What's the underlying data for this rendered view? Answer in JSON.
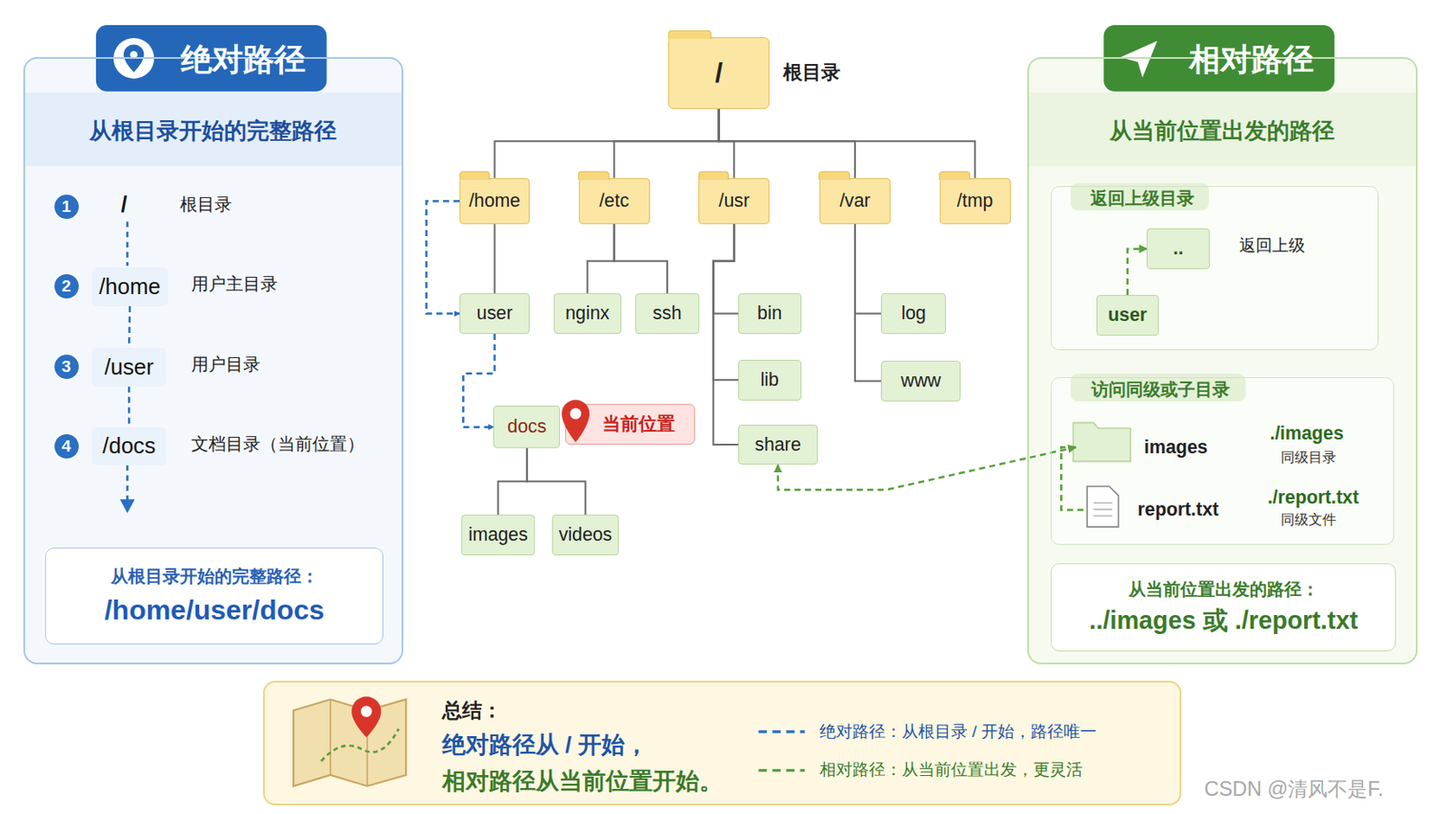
{
  "diagram": {
    "nodes": [
      {
        "text": [
          "绝对路径",
          "从根目录开始的完整路径"
        ]
      },
      {
        "text": [
          "1"
        ],
        "in": 0
      },
      {
        "text": [
          "2"
        ],
        "in": 0
      },
      {
        "text": [
          "/home"
        ],
        "in": 0
      },
      {
        "text": [
          "3"
        ],
        "in": 0
      },
      {
        "text": [
          "/user"
        ],
        "in": 0
      },
      {
        "text": [
          "4"
        ],
        "in": 0
      },
      {
        "text": [
          "/docs"
        ],
        "in": 0
      },
      {
        "text": [
          "从根目录开始的完整路径：",
          "/home/user/docs"
        ],
        "in": 0
      },
      {
        "text": [
          "/",
          "根目录"
        ]
      },
      {
        "text": [
          "/home"
        ]
      },
      {
        "text": [
          "/etc"
        ]
      },
      {
        "text": [
          "/usr"
        ]
      },
      {
        "text": [
          "/var"
        ]
      },
      {
        "text": [
          "/tmp"
        ]
      },
      {
        "text": [
          "user"
        ]
      },
      {
        "text": [
          "nginx"
        ]
      },
      {
        "text": [
          "ssh"
        ]
      },
      {
        "text": [
          "bin"
        ]
      },
      {
        "text": [
          "log"
        ]
      },
      {
        "text": [
          "lib"
        ]
      },
      {
        "text": [
          "www"
        ]
      },
      {
        "text": [
          "docs"
        ]
      },
      {
        "text": [
          "当前位置"
        ]
      },
      {
        "text": [
          "share"
        ]
      },
      {
        "text": [
          "images"
        ]
      },
      {
        "text": [
          "videos"
        ]
      },
      {
        "text": [
          "相对路径",
          "从当前位置出发的路径"
        ]
      },
      {
        "text": [
          "返回上级目录"
        ],
        "in": 27
      },
      {
        "text": [
          ".."
        ],
        "in": 28
      },
      {
        "text": [
          "user"
        ],
        "in": 28
      },
      {
        "text": [
          "访问同级或子目录"
        ],
        "in": 27
      },
      {
        "text": [
          "images"
        ],
        "in": 31
      },
      {
        "text": [
          "report.txt"
        ],
        "in": 31
      },
      {
        "text": [
          "从当前位置出发的路径：",
          "../images 或 ./report.txt"
        ],
        "in": 27
      },
      {
        "text": [
          "总结：",
          "绝对路径从 / 开始，",
          "相对路径从当前位置开始。"
        ]
      }
    ],
    "edges": [
      {
        "from": 9,
        "to": 10,
        "arrow": "none"
      },
      {
        "from": 9,
        "to": 11,
        "arrow": "none"
      },
      {
        "from": 9,
        "to": 12,
        "arrow": "none"
      },
      {
        "from": 9,
        "to": 13,
        "arrow": "none"
      },
      {
        "from": 9,
        "to": 14,
        "arrow": "none"
      },
      {
        "from": 10,
        "to": 15,
        "arrow": "none"
      },
      {
        "from": 10,
        "to": 15,
        "arrow": "to"
      },
      {
        "from": 15,
        "to": 22,
        "arrow": "to"
      },
      {
        "from": 11,
        "to": 16,
        "arrow": "none"
      },
      {
        "from": 11,
        "to": 17,
        "arrow": "none"
      },
      {
        "from": 12,
        "to": 18,
        "arrow": "none"
      },
      {
        "from": 12,
        "to": 20,
        "arrow": "none"
      },
      {
        "from": 12,
        "to": 24,
        "arrow": "none"
      },
      {
        "from": 13,
        "to": 19,
        "arrow": "none"
      },
      {
        "from": 13,
        "to": 21,
        "arrow": "none"
      },
      {
        "from": 22,
        "to": 25,
        "arrow": "none"
      },
      {
        "from": 22,
        "to": 26,
        "arrow": "none"
      },
      {
        "from": 24,
        "to": 32,
        "arrow": "both"
      },
      {
        "from": 30,
        "to": 29,
        "arrow": "to"
      },
      {
        "from": 32,
        "to": 33,
        "arrow": "none"
      },
      {
        "from": 3,
        "to": 5,
        "arrow": "none"
      },
      {
        "from": 5,
        "to": 7,
        "arrow": "none"
      }
    ],
    "labels": [
      "/",
      "根目录",
      "用户主目录",
      "用户目录",
      "文档目录（当前位置）",
      "返回上级",
      "./images",
      "同级目录",
      "./report.txt",
      "同级文件",
      "CSDN @清风不是F."
    ],
    "legend": [
      {
        "text": "绝对路径：从根目录 / 开始，路径唯一"
      },
      {
        "text": "相对路径：从当前位置出发，更灵活"
      }
    ]
  }
}
